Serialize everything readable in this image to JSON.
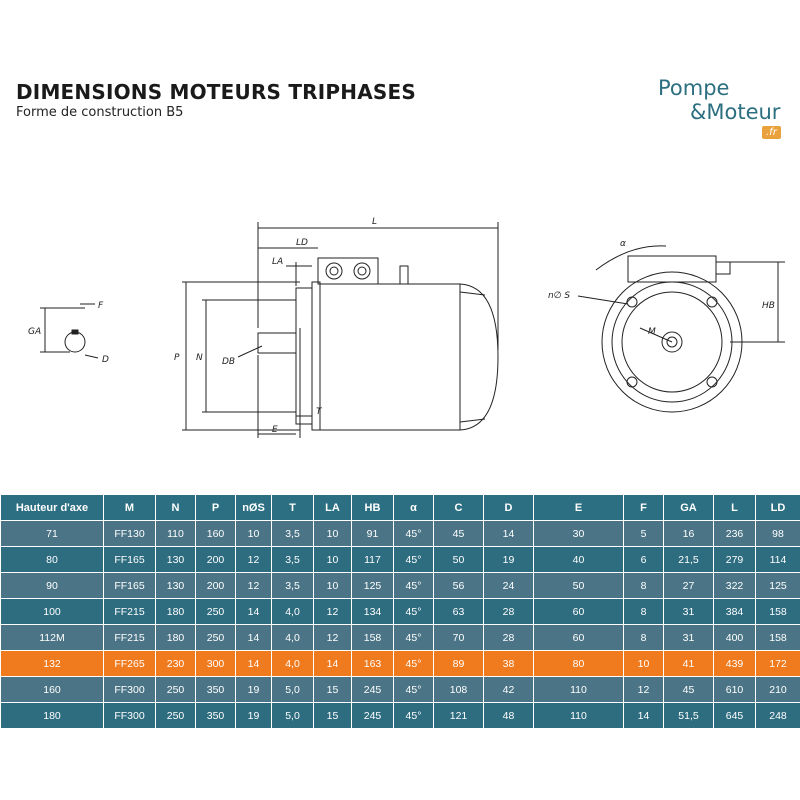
{
  "header": {
    "title": "DIMENSIONS MOTEURS TRIPHASES",
    "subtitle": "Forme de construction B5"
  },
  "logo": {
    "line1": "Pompe",
    "line2": "&Moteur",
    "tld": ".fr"
  },
  "diagram_labels": {
    "L": "L",
    "LD": "LD",
    "LA": "LA",
    "P": "P",
    "N": "N",
    "DB": "DB",
    "E": "E",
    "T": "T",
    "GA": "GA",
    "F": "F",
    "D": "D",
    "alpha": "α",
    "nS": "n∅ S",
    "M": "M",
    "HB": "HB"
  },
  "table": {
    "columns": [
      "Hauteur d'axe",
      "M",
      "N",
      "P",
      "nØS",
      "T",
      "LA",
      "HB",
      "α",
      "C",
      "D",
      "E",
      "F",
      "GA",
      "L",
      "LD"
    ],
    "rows": [
      [
        "71",
        "FF130",
        "110",
        "160",
        "10",
        "3,5",
        "10",
        "91",
        "45°",
        "45",
        "14",
        "30",
        "5",
        "16",
        "236",
        "98"
      ],
      [
        "80",
        "FF165",
        "130",
        "200",
        "12",
        "3,5",
        "10",
        "117",
        "45°",
        "50",
        "19",
        "40",
        "6",
        "21,5",
        "279",
        "114"
      ],
      [
        "90",
        "FF165",
        "130",
        "200",
        "12",
        "3,5",
        "10",
        "125",
        "45°",
        "56",
        "24",
        "50",
        "8",
        "27",
        "322",
        "125"
      ],
      [
        "100",
        "FF215",
        "180",
        "250",
        "14",
        "4,0",
        "12",
        "134",
        "45°",
        "63",
        "28",
        "60",
        "8",
        "31",
        "384",
        "158"
      ],
      [
        "112M",
        "FF215",
        "180",
        "250",
        "14",
        "4,0",
        "12",
        "158",
        "45°",
        "70",
        "28",
        "60",
        "8",
        "31",
        "400",
        "158"
      ],
      [
        "132",
        "FF265",
        "230",
        "300",
        "14",
        "4,0",
        "14",
        "163",
        "45°",
        "89",
        "38",
        "80",
        "10",
        "41",
        "439",
        "172"
      ],
      [
        "160",
        "FF300",
        "250",
        "350",
        "19",
        "5,0",
        "15",
        "245",
        "45°",
        "108",
        "42",
        "110",
        "12",
        "45",
        "610",
        "210"
      ],
      [
        "180",
        "FF300",
        "250",
        "350",
        "19",
        "5,0",
        "15",
        "245",
        "45°",
        "121",
        "48",
        "110",
        "14",
        "51,5",
        "645",
        "248"
      ]
    ],
    "highlight_row_color": "#f07a1e",
    "header_color": "#2d6f82",
    "row_colors": [
      "#4b7586",
      "#2e6c7f"
    ]
  }
}
